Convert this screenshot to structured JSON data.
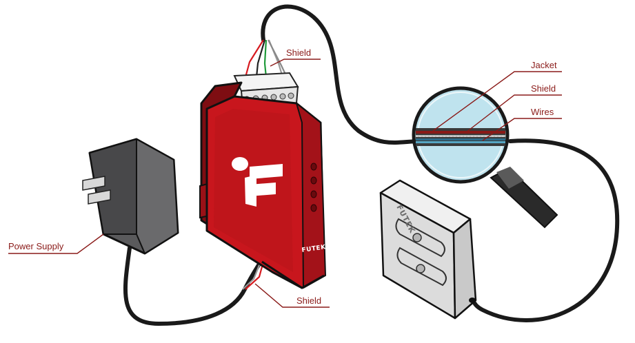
{
  "labels": {
    "shield_top": "Shield",
    "jacket": "Jacket",
    "shield_mid": "Shield",
    "wires": "Wires",
    "power_supply": "Power Supply",
    "shield_bottom": "Shield"
  },
  "brand": {
    "device_text": "FUTEK",
    "loadcell_text": "FUTEK"
  },
  "colors": {
    "label": "#8a1a18",
    "device_red": "#c8161d",
    "device_dark": "#8e0f14",
    "adapter_gray": "#5a5a5c",
    "cable": "#1a1a1a",
    "lens_blue": "#bfe3ee",
    "metal": "#dcdcdc"
  }
}
